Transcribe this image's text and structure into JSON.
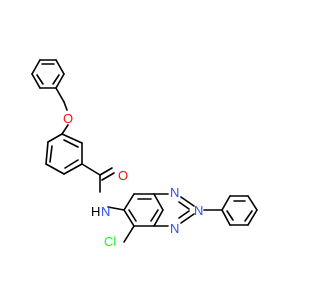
{
  "molecule": {
    "atoms": {
      "oxygen_ether": "O",
      "oxygen_carbonyl": "O",
      "amide_nh": "N",
      "amide_h": "H",
      "triazole_n1": "N",
      "triazole_n2": "N",
      "triazole_n3": "N",
      "chlorine": "Cl"
    },
    "colors": {
      "bond": "#000000",
      "oxygen": "#ff0d0d",
      "nitrogen": "#3050f8",
      "chlorine": "#1ff01f",
      "hydrogen": "#000000"
    }
  }
}
